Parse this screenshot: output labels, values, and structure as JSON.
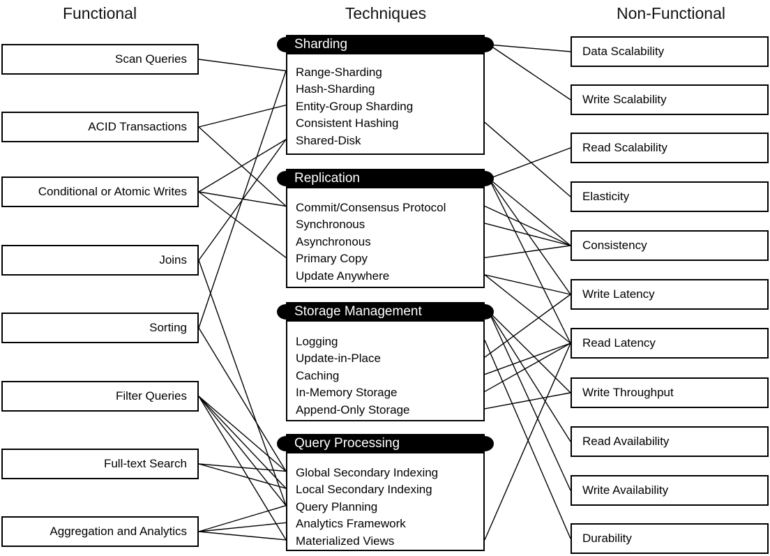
{
  "titles": {
    "left": "Functional",
    "middle": "Techniques",
    "right": "Non-Functional"
  },
  "functional": [
    "Scan Queries",
    "ACID Transactions",
    "Conditional or Atomic Writes",
    "Joins",
    "Sorting",
    "Filter Queries",
    "Full-text Search",
    "Aggregation and Analytics"
  ],
  "nonfunctional": [
    "Data Scalability",
    "Write Scalability",
    "Read Scalability",
    "Elasticity",
    "Consistency",
    "Write Latency",
    "Read Latency",
    "Write Throughput",
    "Read Availability",
    "Write Availability",
    "Durability"
  ],
  "techniques": [
    {
      "name": "Sharding",
      "items": [
        "Range-Sharding",
        "Hash-Sharding",
        "Entity-Group Sharding",
        "Consistent Hashing",
        "Shared-Disk"
      ]
    },
    {
      "name": "Replication",
      "items": [
        "Commit/Consensus Protocol",
        "Synchronous",
        "Asynchronous",
        "Primary Copy",
        "Update Anywhere"
      ]
    },
    {
      "name": "Storage Management",
      "items": [
        "Logging",
        "Update-in-Place",
        "Caching",
        "In-Memory Storage",
        "Append-Only Storage"
      ]
    },
    {
      "name": "Query Processing",
      "items": [
        "Global Secondary Indexing",
        "Local Secondary Indexing",
        "Query Planning",
        "Analytics Framework",
        "Materialized Views"
      ]
    }
  ],
  "edges_functional_to_technique": [
    [
      "Scan Queries",
      "Range-Sharding"
    ],
    [
      "Sorting",
      "Range-Sharding"
    ],
    [
      "ACID Transactions",
      "Entity-Group Sharding"
    ],
    [
      "ACID Transactions",
      "Commit/Consensus Protocol"
    ],
    [
      "Conditional or Atomic Writes",
      "Shared-Disk"
    ],
    [
      "Conditional or Atomic Writes",
      "Commit/Consensus Protocol"
    ],
    [
      "Conditional or Atomic Writes",
      "Primary Copy"
    ],
    [
      "Joins",
      "Shared-Disk"
    ],
    [
      "Joins",
      "Query Planning"
    ],
    [
      "Sorting",
      "Global Secondary Indexing"
    ],
    [
      "Filter Queries",
      "Global Secondary Indexing"
    ],
    [
      "Filter Queries",
      "Local Secondary Indexing"
    ],
    [
      "Filter Queries",
      "Query Planning"
    ],
    [
      "Filter Queries",
      "Materialized Views"
    ],
    [
      "Full-text Search",
      "Global Secondary Indexing"
    ],
    [
      "Full-text Search",
      "Local Secondary Indexing"
    ],
    [
      "Aggregation and Analytics",
      "Query Planning"
    ],
    [
      "Aggregation and Analytics",
      "Analytics Framework"
    ],
    [
      "Aggregation and Analytics",
      "Materialized Views"
    ]
  ],
  "edges_technique_to_nonfunctional": [
    [
      "Sharding",
      "Data Scalability"
    ],
    [
      "Sharding",
      "Write Scalability"
    ],
    [
      "Consistent Hashing",
      "Elasticity"
    ],
    [
      "Replication",
      "Read Scalability"
    ],
    [
      "Replication",
      "Consistency"
    ],
    [
      "Replication",
      "Write Latency"
    ],
    [
      "Replication",
      "Read Latency"
    ],
    [
      "Commit/Consensus Protocol",
      "Consistency"
    ],
    [
      "Synchronous",
      "Consistency"
    ],
    [
      "Primary Copy",
      "Consistency"
    ],
    [
      "Update Anywhere",
      "Write Latency"
    ],
    [
      "Update Anywhere",
      "Read Latency"
    ],
    [
      "Storage Management",
      "Write Throughput"
    ],
    [
      "Storage Management",
      "Read Availability"
    ],
    [
      "Storage Management",
      "Write Availability"
    ],
    [
      "Logging",
      "Durability"
    ],
    [
      "Update-in-Place",
      "Write Latency"
    ],
    [
      "Caching",
      "Read Latency"
    ],
    [
      "In-Memory Storage",
      "Read Latency"
    ],
    [
      "Append-Only Storage",
      "Write Throughput"
    ],
    [
      "Materialized Views",
      "Read Latency"
    ]
  ]
}
